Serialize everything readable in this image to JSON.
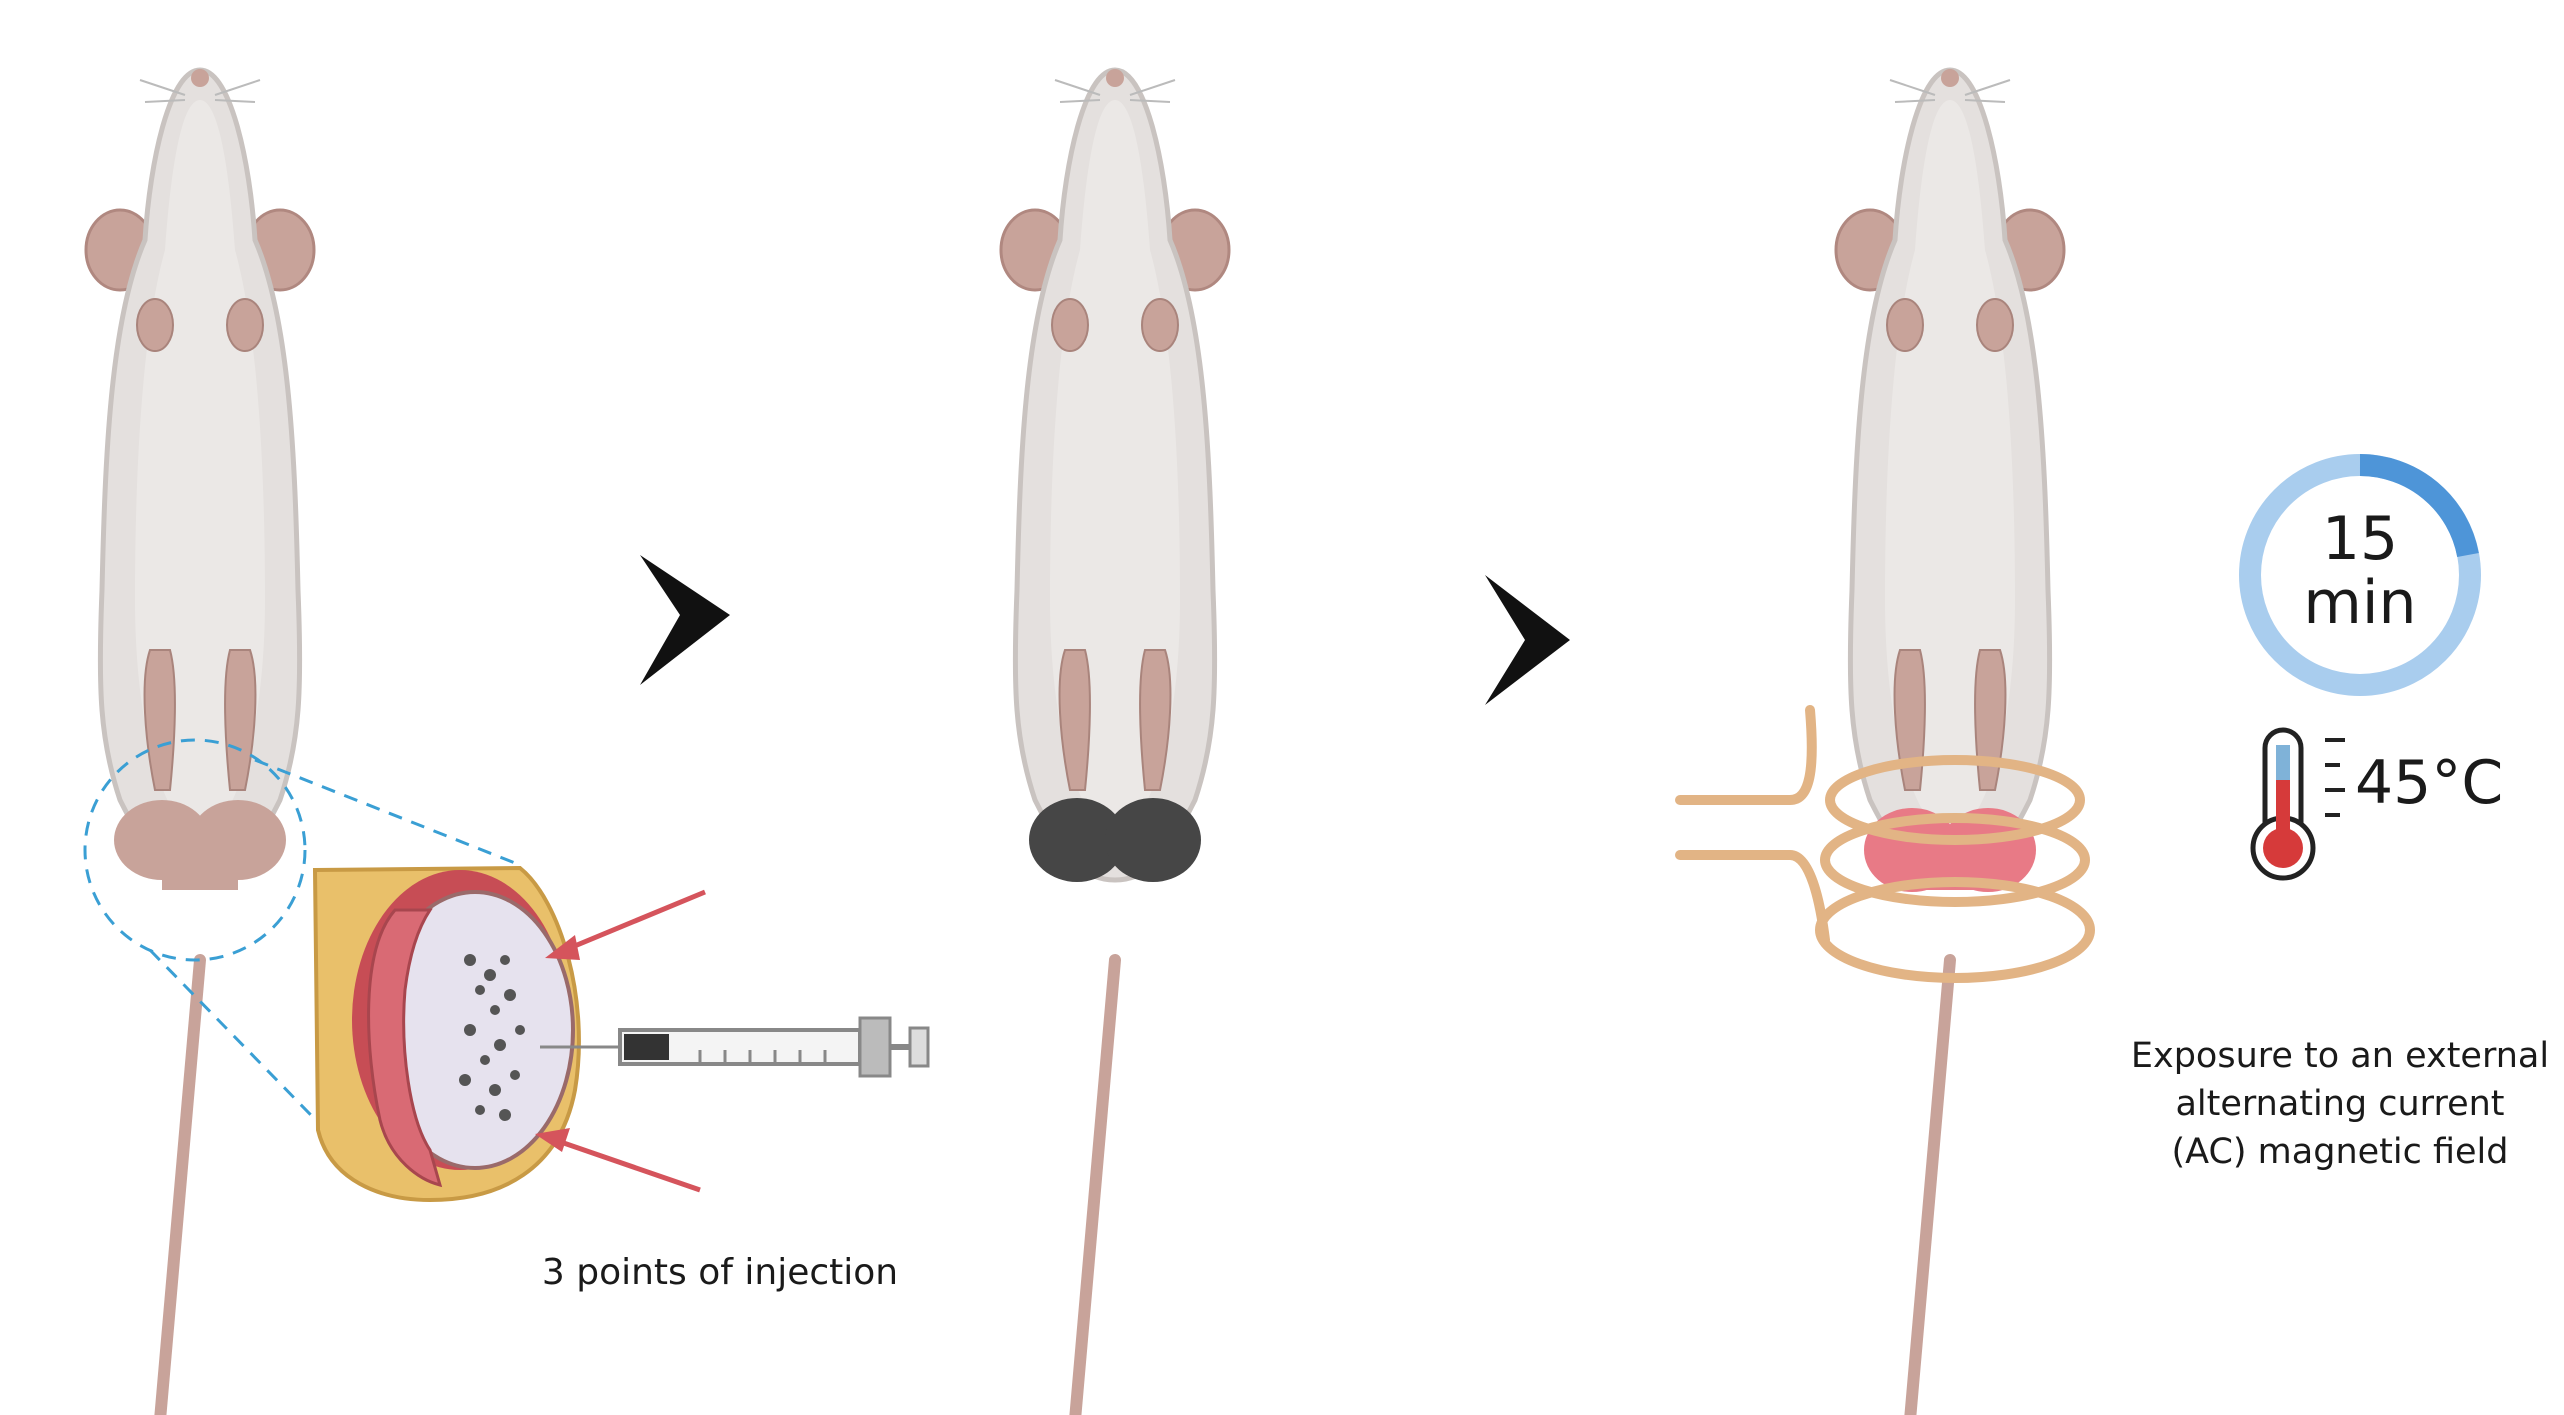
{
  "labels": {
    "injection": "3 points of injection",
    "timer_value": "15",
    "timer_unit": "min",
    "temperature": "45°C",
    "exposure": [
      "Exposure to an external",
      "alternating current",
      "(AC) magnetic field"
    ]
  },
  "icons": {
    "arrow": "chevron-right-icon",
    "timer": "circular-timer-icon",
    "thermometer": "thermometer-icon",
    "syringe": "syringe-icon",
    "coil": "magnetic-coil-icon"
  },
  "timer": {
    "progress_fraction": 0.17
  },
  "colors": {
    "mouse_body": "#e4e0de",
    "mouse_outline": "#c9c3c0",
    "skin": "#c8a39a",
    "tumor_treated": "#464646",
    "tumor_heated": "#e87a86",
    "coil": "#e2b485",
    "zoom_dash": "#3a9fd4",
    "timer_ring": "#a9cdee",
    "timer_arc": "#4e95d8",
    "thermo_red": "#d63a3a",
    "arrow": "#111111"
  }
}
